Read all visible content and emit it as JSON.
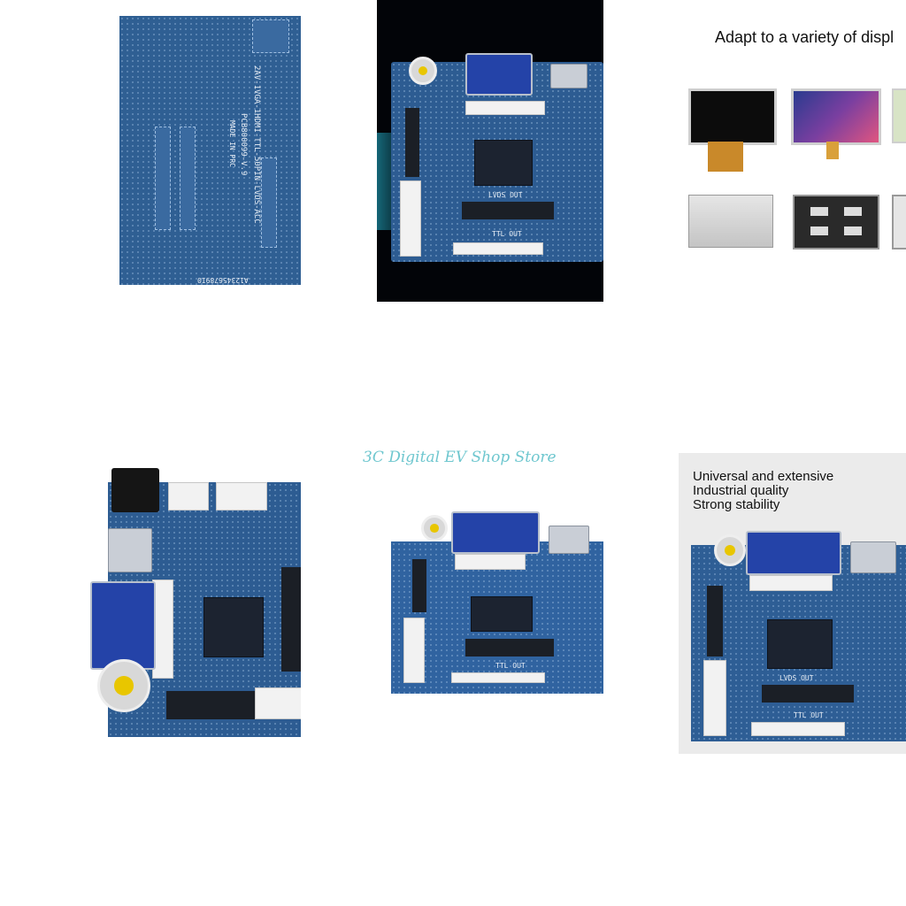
{
  "tile1": {
    "silkscreen": {
      "model": "2AV-1VGA-1HDMI-TTL-50PIN-LVDS-ACC",
      "pcb": "PCB800099-V.9",
      "made": "MADE IN PRC",
      "serial": "A123456789I0"
    }
  },
  "tile2": {
    "lvds_label": "LVDS OUT",
    "ttl_label": "TTL OUT"
  },
  "tile3": {
    "headline": "Adapt to a variety of displ"
  },
  "watermark": "3C Digital EV Shop Store",
  "tile5": {
    "ttl_label": "TTL OUT"
  },
  "tile6": {
    "lines": [
      "Universal and extensive",
      "Industrial quality",
      "Strong stability"
    ],
    "lvds_label": "LVDS OUT",
    "ttl_label": "TTL OUT"
  }
}
